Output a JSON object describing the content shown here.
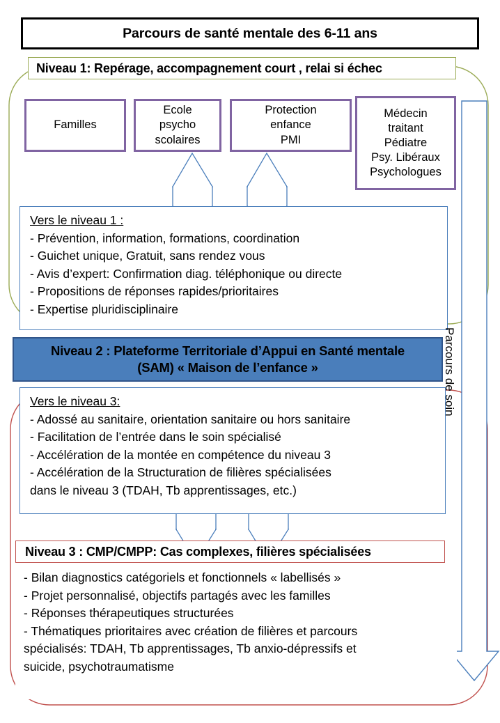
{
  "title": {
    "text": "Parcours de santé mentale des 6-11 ans"
  },
  "level1": {
    "header": "Niveau 1: Repérage, accompagnement court , relai si échec",
    "actors": [
      {
        "name": "familles",
        "lines": [
          "Familles"
        ]
      },
      {
        "name": "ecole",
        "lines": [
          "Ecole",
          "psycho",
          "scolaires"
        ]
      },
      {
        "name": "protection",
        "lines": [
          "Protection",
          "enfance",
          "PMI"
        ]
      },
      {
        "name": "medecin",
        "lines": [
          "Médecin",
          "traitant",
          "Pédiatre",
          "Psy. Libéraux",
          "Psychologues"
        ]
      }
    ],
    "detail_heading": "Vers le niveau 1 :",
    "detail_lines": [
      "- Prévention, information, formations, coordination",
      "- Guichet unique, Gratuit, sans rendez vous",
      "- Avis d’expert: Confirmation diag. téléphonique ou directe",
      "- Propositions de réponses rapides/prioritaires",
      "- Expertise pluridisciplinaire"
    ]
  },
  "level2": {
    "banner_line1": "Niveau 2 : Plateforme Territoriale d’Appui en Santé mentale",
    "banner_line2": "(SAM) « Maison de l’enfance »",
    "detail_heading": "Vers le niveau 3:",
    "detail_lines": [
      "- Adossé au sanitaire, orientation sanitaire ou hors sanitaire",
      "- Facilitation de l’entrée dans le soin spécialisé",
      "- Accélération de la montée en compétence du niveau 3",
      "- Accélération de la Structuration de filières spécialisées",
      "dans le niveau 3 (TDAH, Tb apprentissages, etc.)"
    ]
  },
  "level3": {
    "header": "Niveau 3 : CMP/CMPP: Cas complexes, filières spécialisées",
    "detail_lines": [
      "- Bilan diagnostics catégoriels et fonctionnels « labellisés »",
      "- Projet personnalisé, objectifs partagés avec les familles",
      "- Réponses thérapeutiques structurées",
      "- Thématiques prioritaires avec création de filières et parcours",
      "spécialisés: TDAH, Tb apprentissages, Tb anxio-dépressifs et",
      "suicide, psychotraumatisme"
    ]
  },
  "side": {
    "pathway_label": "Parcours de soin"
  },
  "colors": {
    "purple_border": "#8064A2",
    "olive_border": "#9BAB56",
    "blue_fill": "#4A7EBB",
    "blue_border": "#31558A",
    "red_border": "#C0504D",
    "black": "#000000"
  }
}
